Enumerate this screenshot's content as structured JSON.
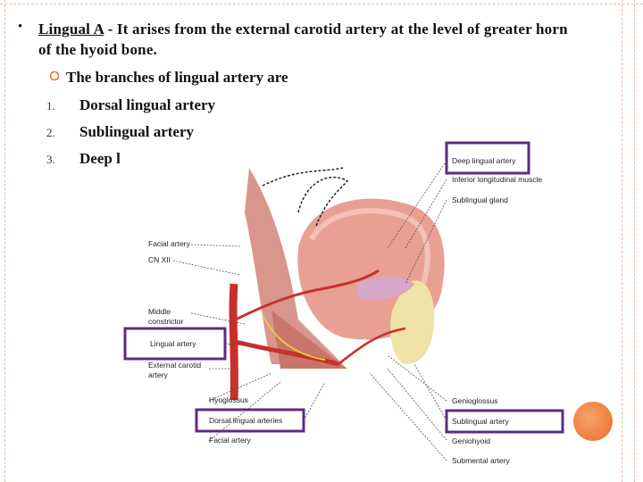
{
  "slide": {
    "bullet_symbol": "•",
    "heading_term": "Lingual A",
    "heading_rest": " - It arises from the external carotid artery at the level of greater horn of the hyoid bone.",
    "sub_heading": "The branches of lingual artery are",
    "branches": [
      {
        "num": "1.",
        "label": "Dorsal lingual artery"
      },
      {
        "num": "2.",
        "label": "Sublingual artery"
      },
      {
        "num": "3.",
        "label": "Deep lingual artery"
      }
    ]
  },
  "figure": {
    "labels_left": [
      "Facial artery",
      "CN XII",
      "Middle",
      "constrictor",
      "Lingual artery",
      "External carotid",
      "artery",
      "Hyoglossus",
      "Dorsal lingual arteries",
      "Facial artery"
    ],
    "labels_right": [
      "Deep lingual artery",
      "Inferior longitudinal muscle",
      "Sublingual gland",
      "Genioglossus",
      "Sublingual artery",
      "Geniohyoid",
      "Submental artery"
    ]
  },
  "colors": {
    "highlight_box": "#5b2b86",
    "accent_dot": "#e96c2c",
    "frame_dash": "#e3b9a8"
  }
}
